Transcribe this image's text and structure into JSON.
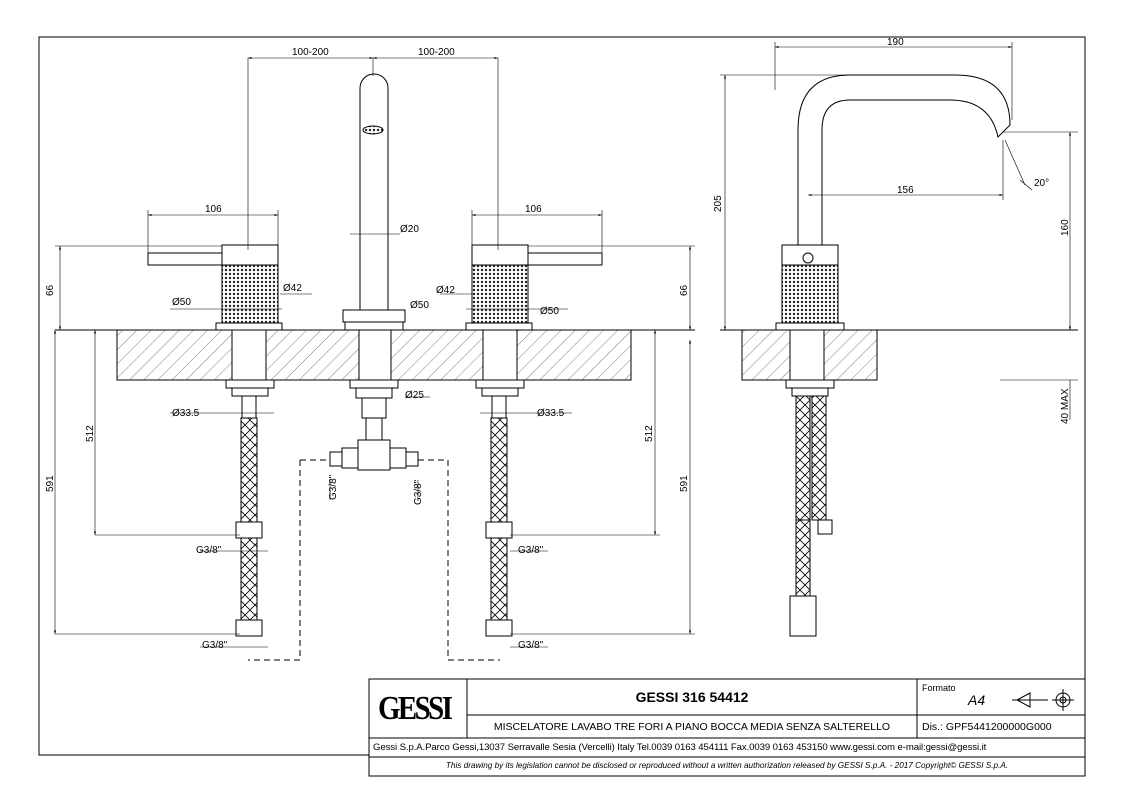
{
  "title_block": {
    "logo_text": "GESSI",
    "product_code": "GESSI 316 54412",
    "description": "MISCELATORE LAVABO TRE FORI A PIANO BOCCA MEDIA SENZA SALTERELLO",
    "format_label": "Formato",
    "format_value": "A4",
    "drawing_number": "Dis.: GPF5441200000G000",
    "company_info": "Gessi S.p.A.Parco Gessi,13037 Serravalle Sesia (Vercelli) Italy Tel.0039 0163 454111 Fax.0039 0163 453150 www.gessi.com e-mail:gessi@gessi.it",
    "copyright": "This drawing by its legislation cannot be disclosed or reproduced without a written authorization released by GESSI S.p.A. - 2017 Copyright© GESSI S.p.A."
  },
  "dimensions": {
    "spacing_left": "100-200",
    "spacing_right": "100-200",
    "handle_length_left": "106",
    "handle_length_right": "106",
    "spout_diameter": "Ø20",
    "spout_base_diameter": "Ø50",
    "body_diameter_left": "Ø42",
    "body_diameter_right": "Ø42",
    "flange_left": "Ø50",
    "flange_right": "Ø50",
    "height_left": "66",
    "height_right": "66",
    "shank_left": "Ø33.5",
    "shank_right": "Ø33.5",
    "spout_shank": "Ø25",
    "hose_length_left": "512",
    "hose_length_right": "512",
    "total_length_left": "591",
    "total_length_right": "591",
    "thread_left_top": "G3/8\"",
    "thread_left_bottom": "G3/8\"",
    "thread_right_top": "G3/8\"",
    "thread_right_bottom": "G3/8\"",
    "tee_left": "G3/8\"",
    "tee_right": "G3/8\"",
    "side_reach": "190",
    "side_height": "205",
    "side_projection": "156",
    "side_spout_height": "160",
    "side_angle": "20°",
    "side_deck": "40 MAX"
  }
}
